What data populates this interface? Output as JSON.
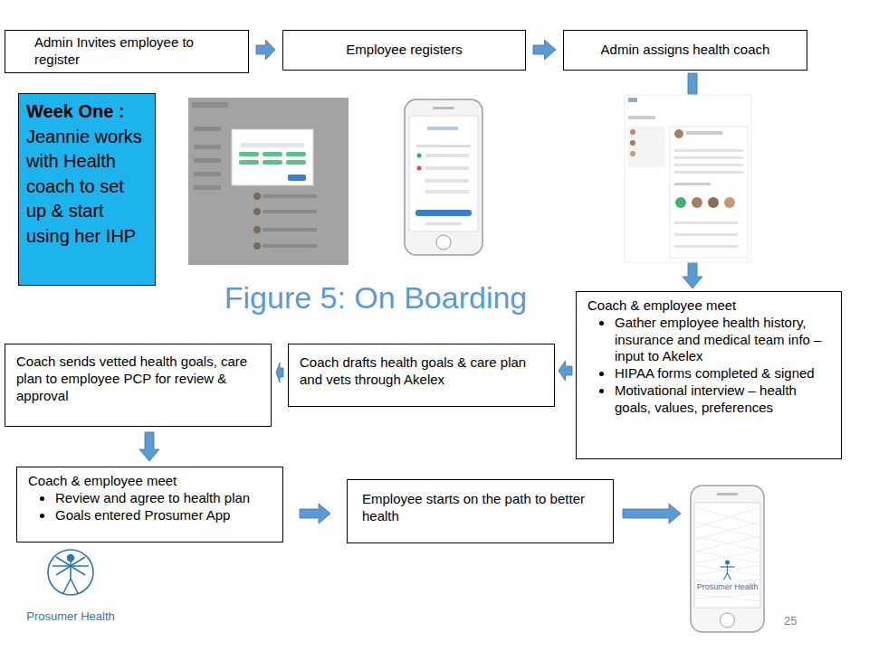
{
  "diagram": {
    "title": "Figure 5: On Boarding",
    "nodes": [
      {
        "text": [
          "Admin Invites employee to register"
        ]
      },
      {
        "text": [
          "Employee registers"
        ]
      },
      {
        "text": [
          "Admin assigns health coach"
        ]
      },
      {
        "text": [
          "Week One :",
          "Jeannie works with Health coach to set up & start using her IHP"
        ]
      },
      {
        "text": [
          "Coach & employee meet",
          "Gather employee health history, insurance and medical team info – input to Akelex",
          "HIPAA forms completed & signed",
          "Motivational interview – health goals, values, preferences"
        ]
      },
      {
        "text": [
          "Coach drafts health goals & care plan and vets through Akelex"
        ]
      },
      {
        "text": [
          "Coach sends vetted health goals, care plan to employee PCP for review & approval"
        ]
      },
      {
        "text": [
          "Coach & employee meet",
          "Review and agree to health plan",
          "Goals entered Prosumer App"
        ]
      },
      {
        "text": [
          "Employee starts on the path to better health"
        ]
      },
      {
        "text": [
          "Prosumer Health"
        ]
      }
    ],
    "edges": [
      {
        "from": 0,
        "to": 1,
        "arrow": "to"
      },
      {
        "from": 1,
        "to": 2,
        "arrow": "to"
      },
      {
        "from": 2,
        "to": 4,
        "arrow": "to"
      },
      {
        "from": 4,
        "to": 5,
        "arrow": "to"
      },
      {
        "from": 5,
        "to": 6,
        "arrow": "to"
      },
      {
        "from": 6,
        "to": 7,
        "arrow": "to"
      },
      {
        "from": 7,
        "to": 8,
        "arrow": "to"
      },
      {
        "from": 8,
        "to": 9,
        "arrow": "to"
      }
    ],
    "labels": [
      "25",
      "Prosumer Health"
    ]
  }
}
